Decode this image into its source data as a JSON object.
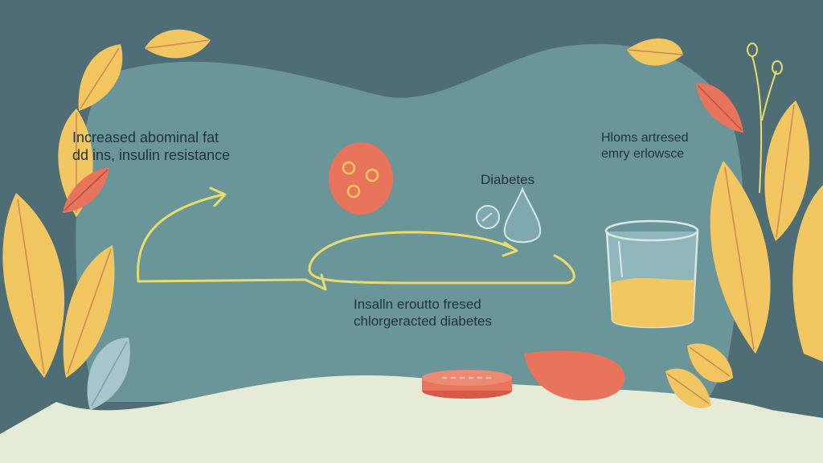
{
  "labels": {
    "top_left": [
      "Increased abominal fat",
      "dd ins, insulin resistance"
    ],
    "top_right": [
      "Hloms artresed",
      "emry erlowsce"
    ],
    "center": "Diabetes",
    "bottom": [
      "Insalln eroutto fresed",
      "chlorgeracted diabetes"
    ]
  },
  "colors": {
    "background": "#4e6d75",
    "panel": "#6a969a",
    "cream": "#e6ebd8",
    "yellow": "#f2c660",
    "coral": "#e8745c",
    "arrow": "#e9dc6a",
    "text": "#1f3238"
  },
  "icons": [
    "leaf-icon",
    "fat-cell-icon",
    "droplet-icon",
    "glass-icon",
    "pill-icon",
    "liver-icon",
    "flower-sprig-icon"
  ]
}
